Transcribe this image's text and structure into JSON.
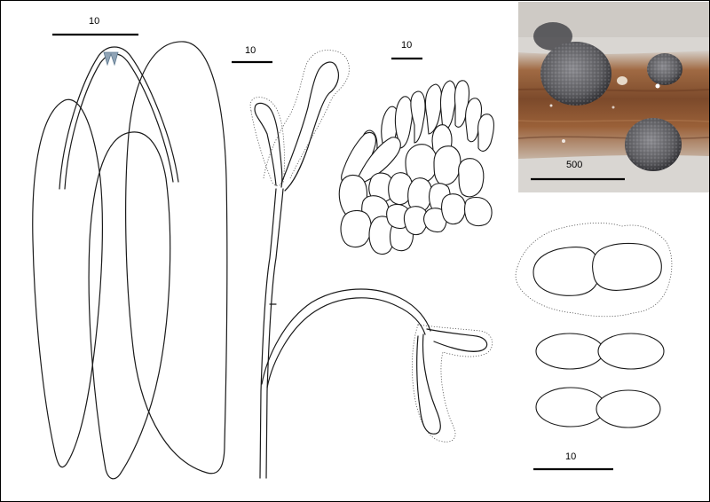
{
  "scale_bars": {
    "asci": "10",
    "paraphyses": "10",
    "excipulum": "10",
    "photo": "500",
    "ascospores": "10"
  },
  "colors": {
    "ascus_apex_stain": "#8fa3b5",
    "photo_substrate": "#7a4a2a",
    "photo_background": "#d9d6d2",
    "apothecium": "#6b6b6e"
  }
}
